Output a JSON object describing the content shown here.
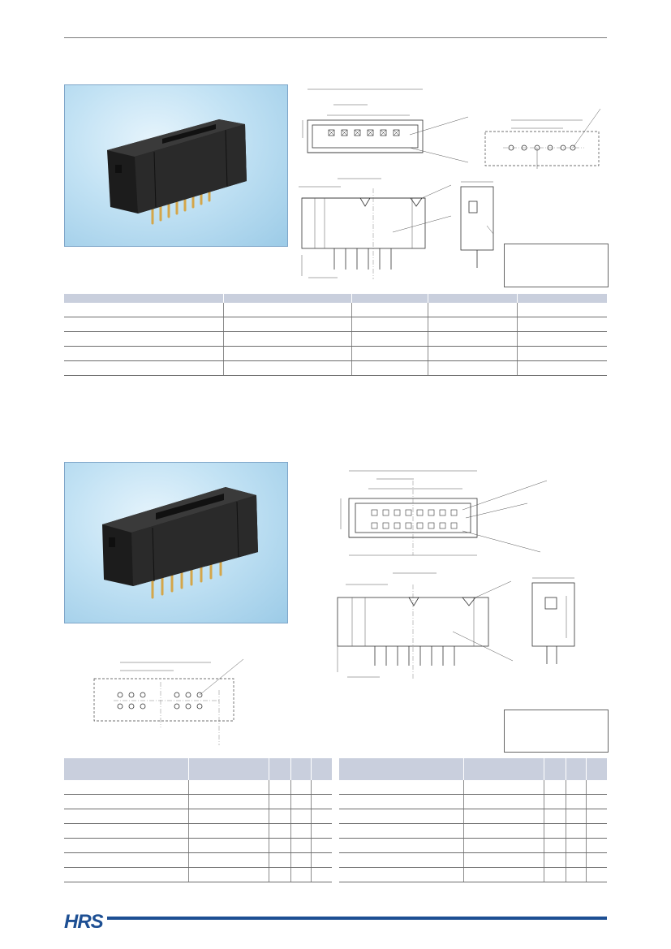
{
  "brand": {
    "logo_text": "HRS",
    "accent_color": "#1d4f93"
  },
  "section1": {
    "table": {
      "columns": 5,
      "rows": 5
    }
  },
  "section2": {
    "left_table": {
      "columns": 5,
      "rows": 7
    },
    "right_table": {
      "columns": 5,
      "rows": 7
    }
  },
  "colors": {
    "table_header": "#c9cfdd",
    "photo_background": "#b9ddf2",
    "connector_body": "#1c1c1c",
    "pins": "#d4a64a"
  }
}
